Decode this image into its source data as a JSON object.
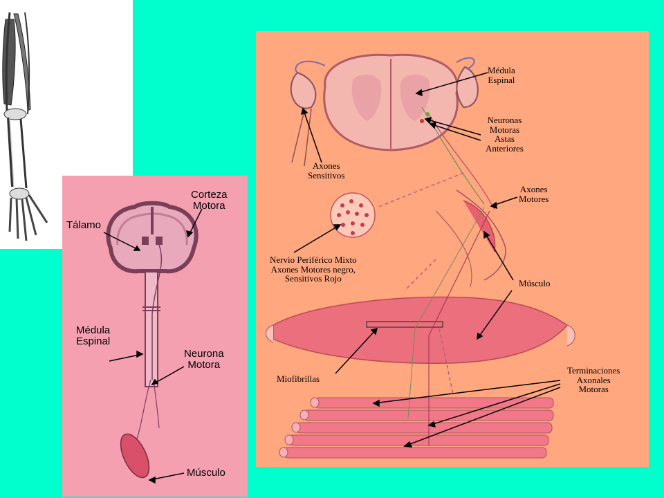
{
  "left_diagram": {
    "labels": {
      "corteza": "Corteza\nMotora",
      "talamo": "Tálamo",
      "medula": "Médula\nEspinal",
      "neurona": "Neurona\nMotora",
      "musculo": "Músculo"
    }
  },
  "right_diagram": {
    "labels": {
      "medula": "Médula\nEspinal",
      "neuronas": "Neuronas\nMotoras\nAstas\nAnteriores",
      "axones_sensitivos": "Axones\nSensitivos",
      "axones_motores": "Axones\nMotores",
      "nervio": "Nervio Periférico Mixto\nAxones Motores negro,\nSensitivos Rojo",
      "musculo": "Músculo",
      "miofibrillas": "Miofibrillas",
      "terminaciones": "Terminaciones\nAxonales\nMotoras"
    }
  },
  "colors": {
    "background": "#00FFCC",
    "left_panel": "#f5a0b0",
    "right_panel": "#ffa77e"
  }
}
